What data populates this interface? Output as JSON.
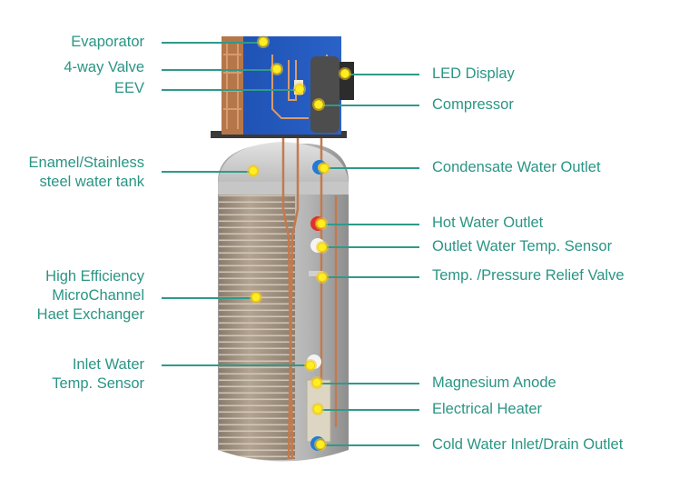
{
  "diagram": {
    "subject": "Heat pump water heater cutaway",
    "accent_color": "#2a9585",
    "marker_color": "#f5e000",
    "left_labels": [
      {
        "id": "evaporator",
        "lines": [
          "Evaporator"
        ]
      },
      {
        "id": "four-way-valve",
        "lines": [
          "4-way Valve"
        ]
      },
      {
        "id": "eev",
        "lines": [
          "EEV"
        ]
      },
      {
        "id": "water-tank",
        "lines": [
          "Enamel/Stainless",
          "steel water tank"
        ]
      },
      {
        "id": "heat-exchanger",
        "lines": [
          "High Efficiency",
          "MicroChannel",
          "Haet Exchanger"
        ]
      },
      {
        "id": "inlet-temp-sensor",
        "lines": [
          "Inlet Water",
          "Temp. Sensor"
        ]
      }
    ],
    "right_labels": [
      {
        "id": "led-display",
        "lines": [
          "LED Display"
        ]
      },
      {
        "id": "compressor",
        "lines": [
          "Compressor"
        ]
      },
      {
        "id": "condensate-outlet",
        "lines": [
          "Condensate Water Outlet"
        ]
      },
      {
        "id": "hot-water-outlet",
        "lines": [
          "Hot Water Outlet"
        ]
      },
      {
        "id": "outlet-temp-sensor",
        "lines": [
          "Outlet Water Temp. Sensor"
        ]
      },
      {
        "id": "relief-valve",
        "lines": [
          "Temp. /Pressure Relief Valve"
        ]
      },
      {
        "id": "magnesium-anode",
        "lines": [
          "Magnesium Anode"
        ]
      },
      {
        "id": "electrical-heater",
        "lines": [
          "Electrical Heater"
        ]
      },
      {
        "id": "cold-water-inlet",
        "lines": [
          "Cold Water Inlet/Drain Outlet"
        ]
      }
    ]
  }
}
